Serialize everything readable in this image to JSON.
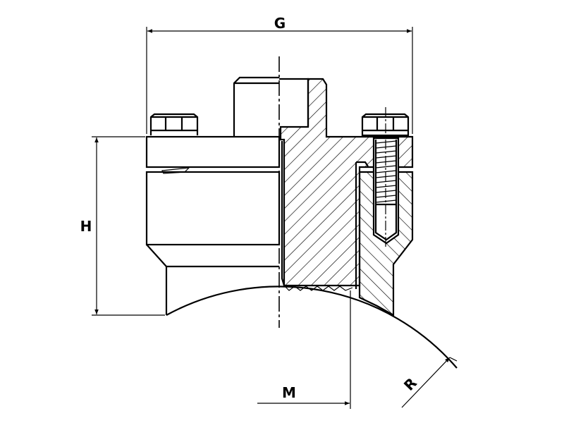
{
  "drawing": {
    "dimensions": {
      "overall_width": "G",
      "height": "H",
      "offset": "M",
      "pipe_radius": "R"
    },
    "colors": {
      "line": "#000000",
      "background": "#ffffff"
    }
  }
}
